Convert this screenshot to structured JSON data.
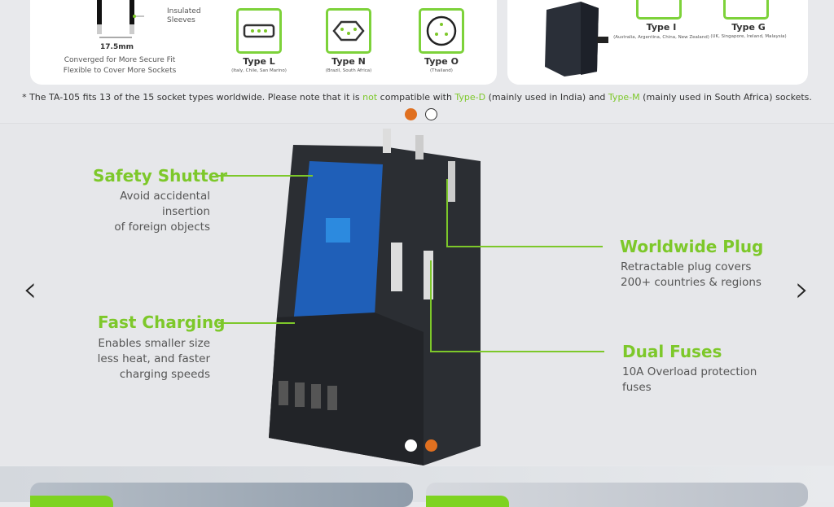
{
  "top_left_card": {
    "sleeve_label": "Insulated Sleeves",
    "measurement": "17.5mm",
    "caption_line1": "Converged for More Secure Fit",
    "caption_line2": "Flexible to Cover More Sockets",
    "plugs": [
      {
        "name": "Type L",
        "countries": "(Italy, Chile, San Marino)"
      },
      {
        "name": "Type N",
        "countries": "(Brazil, South Africa)"
      },
      {
        "name": "Type O",
        "countries": "(Thailand)"
      }
    ]
  },
  "top_right_card": {
    "plugs": [
      {
        "name": "Type I",
        "countries": "(Australia, Argentina, China, New Zealand)"
      },
      {
        "name": "Type G",
        "countries": "(UK, Singapore, Ireland, Malaysia)"
      }
    ]
  },
  "note": {
    "part1": "* The TA-105 fits 13 of the 15 socket types worldwide. Please note that it is ",
    "not": "not",
    "part2": " compatible with ",
    "type_d": "Type-D",
    "part3": " (mainly used in India) and ",
    "type_m": "Type-M",
    "part4": " (mainly used in South Africa) sockets."
  },
  "features": [
    {
      "title": "Safety Shutter",
      "line1": "Avoid accidental insertion",
      "line2": "of foreign objects"
    },
    {
      "title": "Fast Charging",
      "line1": "Enables smaller size",
      "line2": "less heat, and faster",
      "line3": "charging speeds"
    },
    {
      "title": "Worldwide Plug",
      "line1": "Retractable plug covers",
      "line2": "200+ countries & regions"
    },
    {
      "title": "Dual Fuses",
      "line1": "10A Overload protection",
      "line2": "fuses"
    }
  ],
  "carousel": {
    "prev": "‹",
    "next": "›"
  },
  "colors": {
    "accent": "#7dc82a",
    "orange": "#e07020"
  }
}
